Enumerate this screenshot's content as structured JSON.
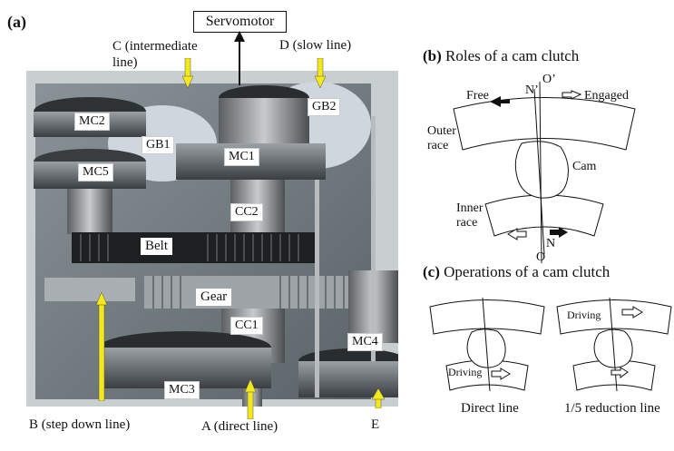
{
  "panel_a": {
    "label": "(a)",
    "servomotor": "Servomotor",
    "callout_c": "C (intermediate\nline)",
    "callout_d": "D (slow line)",
    "callout_b": "B (step down line)",
    "callout_a": "A (direct line)",
    "callout_e": "E",
    "parts": {
      "mc2": "MC2",
      "mc5": "MC5",
      "gb1": "GB1",
      "mc1": "MC1",
      "gb2": "GB2",
      "cc2": "CC2",
      "belt": "Belt",
      "gear": "Gear",
      "cc1": "CC1",
      "mc3": "MC3",
      "mc4": "MC4"
    }
  },
  "panel_b": {
    "title_prefix": "(b)",
    "title": "Roles of a cam clutch",
    "free": "Free",
    "engaged": "Engaged",
    "n_prime": "N’",
    "o_prime": "O’",
    "outer_race": "Outer\nrace",
    "cam": "Cam",
    "inner_race": "Inner\nrace",
    "n": "N",
    "o": "O"
  },
  "panel_c": {
    "title_prefix": "(c)",
    "title": "Operations of a cam clutch",
    "driving_left": "Driving",
    "driving_right": "Driving",
    "direct_line": "Direct line",
    "reduction_line": "1/5 reduction line"
  },
  "colors": {
    "arrow_yellow": "#f4e81a",
    "photo_bg": "#6f7a80",
    "metal_dark": "#3a3d40"
  }
}
